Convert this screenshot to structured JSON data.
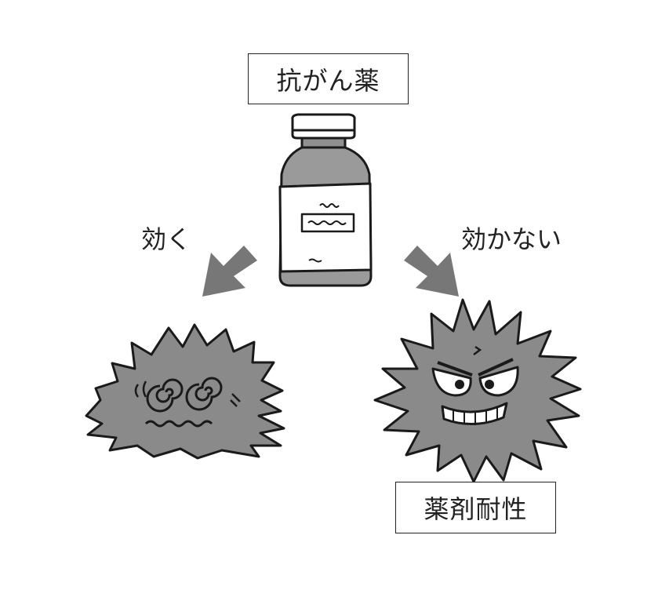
{
  "labels": {
    "top": "抗がん薬",
    "left_arrow": "効く",
    "right_arrow": "効かない",
    "bottom": "薬剤耐性"
  },
  "colors": {
    "cell_fill": "#8a8a8a",
    "arrow_fill": "#777777",
    "outline": "#1a1a1a",
    "bottle_glass": "#9a9a9a",
    "bottle_label": "#ffffff"
  },
  "icons": {
    "bottle": "medicine-bottle-icon",
    "weak_cell": "dizzy-cancer-cell-icon",
    "resistant_cell": "angry-cancer-cell-icon"
  }
}
